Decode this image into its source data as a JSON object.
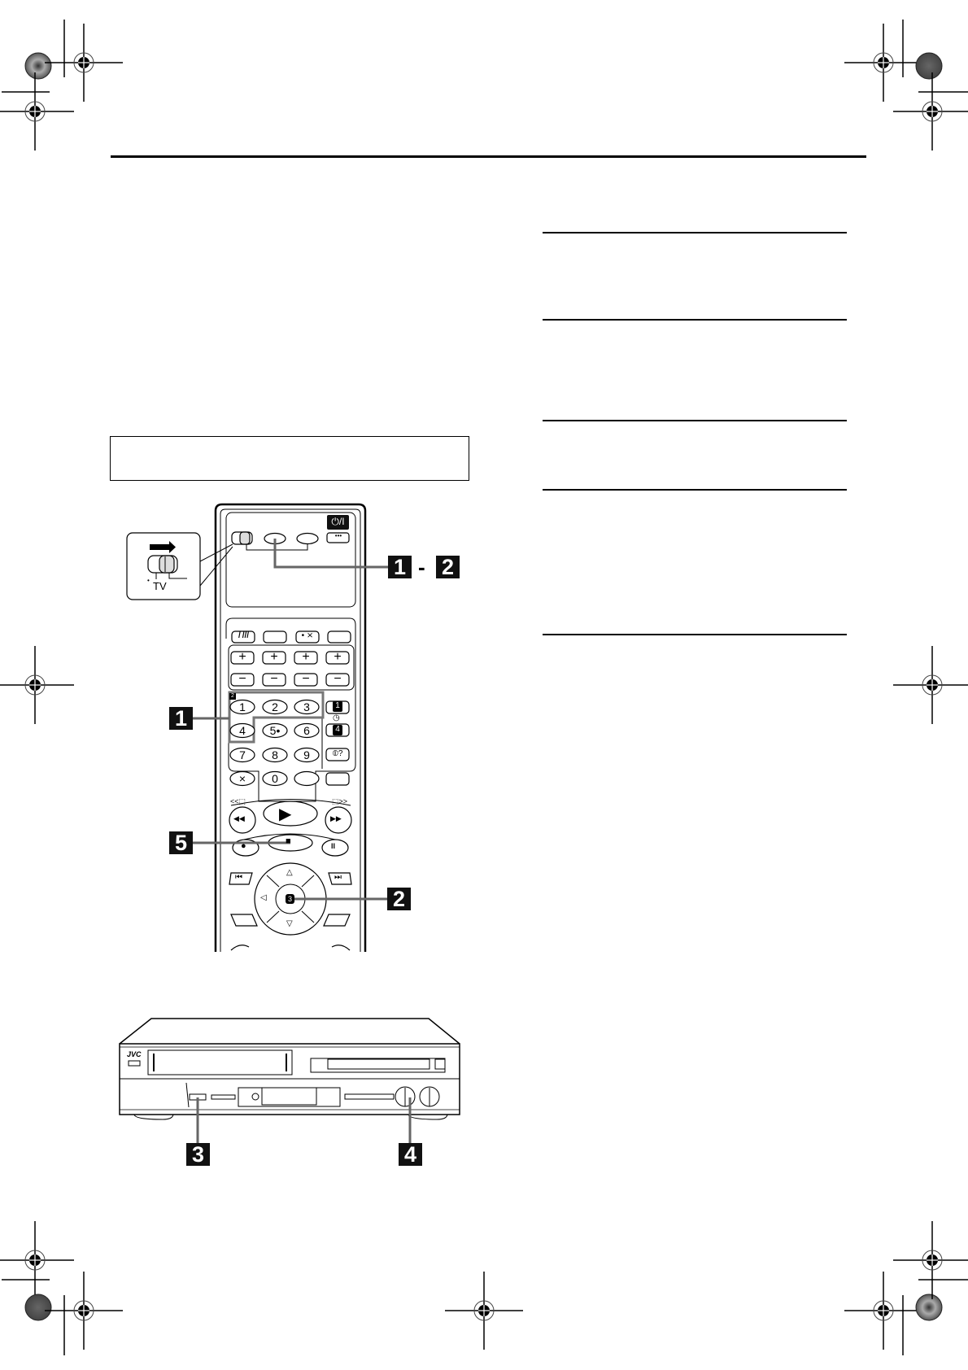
{
  "page": {
    "header_rule": true,
    "right_column_rules_y": [
      285,
      392,
      516,
      601,
      779
    ],
    "note_box": {
      "text": ""
    }
  },
  "remote_illustration": {
    "power_button_label": "⏻/I",
    "dots_button_label": "•••",
    "switch_label": "TV",
    "tv_dot": "•",
    "row_buttons": [
      "/ ///",
      "",
      "• ⨯",
      ""
    ],
    "plus_label": "+",
    "minus_label": "−",
    "number_keys": [
      "1",
      "2",
      "3",
      "4",
      "5•",
      "6",
      "7",
      "8",
      "9",
      "×",
      "0"
    ],
    "side_keys": [
      "1",
      "4",
      "⦶?"
    ],
    "side_small": "2",
    "side_timer": "◷",
    "play_label": "▶",
    "rew_label": "◀◀",
    "ff_label": "▶▶",
    "rec_label": "●",
    "stop_label": "■",
    "pause_label": "II",
    "prev_label": "⏮",
    "next_label": "⏭",
    "ok_label": "3",
    "up_label": "△",
    "down_label": "▽",
    "left_label": "◁",
    "rew_caption": "<<⬚",
    "ff_caption": "⬚>>"
  },
  "deck_illustration": {
    "brand": "JVC"
  },
  "callouts": {
    "step_1_2_a": "1",
    "step_1_2_dash": "-",
    "step_1_2_b": "2",
    "step_1": "1",
    "step_5": "5",
    "step_2": "2",
    "step_3": "3",
    "step_4": "4"
  }
}
